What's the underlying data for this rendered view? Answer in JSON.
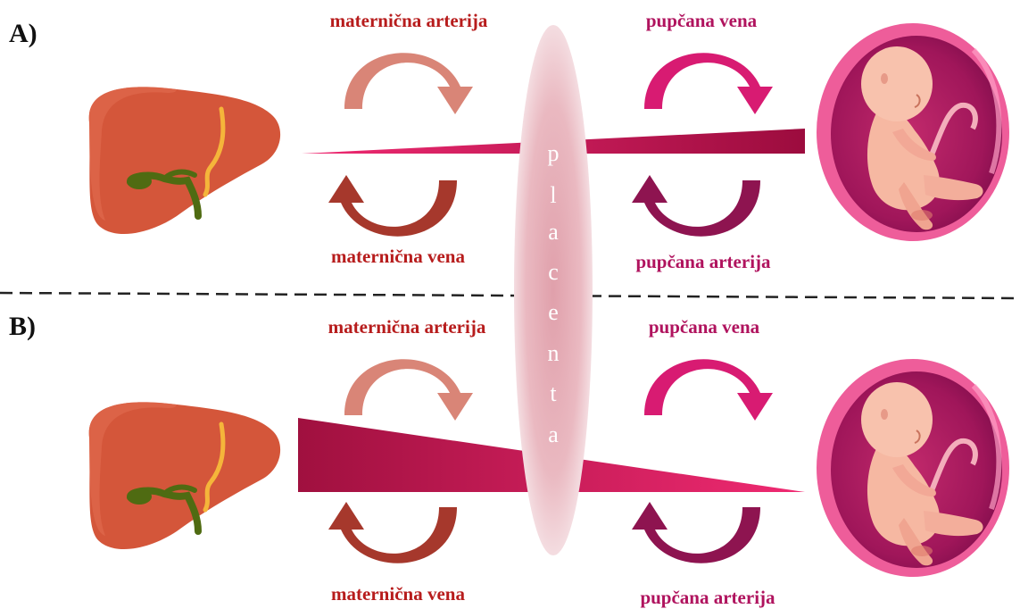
{
  "panels": {
    "a": {
      "label": "A)",
      "maternal_artery": "maternična arterija",
      "maternal_vein": "maternična vena",
      "umbilical_vein": "pupčana vena",
      "umbilical_artery": "pupčana arterija"
    },
    "b": {
      "label": "B)",
      "maternal_artery": "maternična arterija",
      "maternal_vein": "maternična vena",
      "umbilical_vein": "pupčana vena",
      "umbilical_artery": "pupčana arterija"
    }
  },
  "placenta": {
    "letters": [
      "p",
      "l",
      "a",
      "c",
      "e",
      "n",
      "t",
      "a"
    ]
  },
  "colors": {
    "maternal_arrow_light": "#d98577",
    "maternal_arrow_dark": "#a6382c",
    "maternal_text": "#b71c1c",
    "fetal_arrow": "#d81b72",
    "fetal_arrow_dark": "#8e1450",
    "fetal_text": "#b0135e",
    "wedge_light": "#e8196a",
    "wedge_dark": "#9c0c3e",
    "liver": "#d4563a",
    "gallbladder": "#4f6b12",
    "placenta": "#d98a98",
    "uterus_outer": "#ee5d9a",
    "uterus_inner": "#a81a5b",
    "fetus": "#f6b8a2"
  }
}
